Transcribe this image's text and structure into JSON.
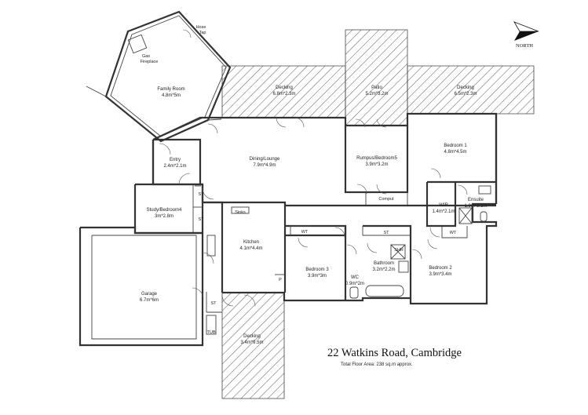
{
  "address": "22 Watkins Road, Cambridge",
  "floor_area": "Total Floor Area: 238 sq.m approx.",
  "north_label": "NORTH",
  "rooms": {
    "family_room": {
      "name": "Family Room",
      "size": "4.8m*5m"
    },
    "entry": {
      "name": "Entry",
      "size": "2.4m*2.1m"
    },
    "dining_lounge": {
      "name": "Dining/Lounge",
      "size": "7.9m*4.9m"
    },
    "rumpus": {
      "name": "Rumpus/Bedroom5",
      "size": "3.9m*3.2m"
    },
    "bedroom1": {
      "name": "Bedroom 1",
      "size": "4.8m*4.5m"
    },
    "wir": {
      "name": "WIR",
      "size": "1.4m*2.1m"
    },
    "ensuite": {
      "name": "Ensuite",
      "size": "1.9m*2.1m"
    },
    "study": {
      "name": "Study/Bedroom4",
      "size": "3m*2.8m"
    },
    "kitchen": {
      "name": "Kitchen",
      "size": "4.1m*4.4m"
    },
    "bedroom3": {
      "name": "Bedroom 3",
      "size": "3.9m*3m"
    },
    "wc": {
      "name": "WC",
      "size": "0.9m*2m"
    },
    "bathroom": {
      "name": "Bathroom",
      "size": "3.2m*2.2m"
    },
    "bedroom2": {
      "name": "Bedroom 2",
      "size": "3.9m*3.4m"
    },
    "garage": {
      "name": "Garage",
      "size": "6.7m*6m"
    },
    "decking_left": {
      "name": "Decking",
      "size": "6.8m*2.3m"
    },
    "patio": {
      "name": "Patio",
      "size": "5.2m*3.2m"
    },
    "decking_right": {
      "name": "Decking",
      "size": "6.5m*2.3m"
    },
    "decking_bottom": {
      "name": "Decking",
      "size": "3.4m*9.5m"
    }
  },
  "fixtures": {
    "gas_fireplace_1": "Gas",
    "gas_fireplace_2": "Fireplace",
    "hose_tap_1": "Hose",
    "hose_tap_2": "Tap",
    "st_study_top": "ST",
    "st_study_bottom": "ST",
    "st_garage": "ST",
    "st_hall": "ST",
    "sinks": "Sinks",
    "comput": "Comput",
    "wt_bed3": "WT",
    "wt_bed2": "WT",
    "shr": "SHR",
    "p": "P",
    "tub": "TUB"
  }
}
